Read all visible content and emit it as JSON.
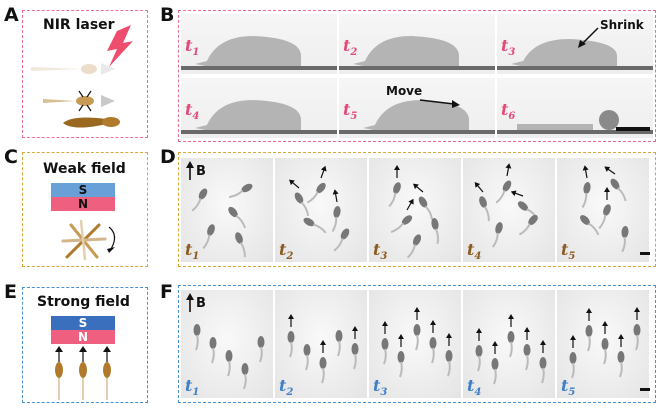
{
  "panels": {
    "A": {
      "label": "A",
      "title": "NIR laser"
    },
    "B": {
      "label": "B",
      "annotations": {
        "shrink": "Shrink",
        "move": "Move"
      },
      "frames": [
        {
          "t": "t",
          "sub": "1"
        },
        {
          "t": "t",
          "sub": "2"
        },
        {
          "t": "t",
          "sub": "3"
        },
        {
          "t": "t",
          "sub": "4"
        },
        {
          "t": "t",
          "sub": "5"
        },
        {
          "t": "t",
          "sub": "6"
        }
      ]
    },
    "C": {
      "label": "C",
      "title": "Weak field",
      "magnet": {
        "top": "S",
        "bottom": "N"
      }
    },
    "D": {
      "label": "D",
      "field": "B",
      "frames": [
        {
          "t": "t",
          "sub": "1"
        },
        {
          "t": "t",
          "sub": "2"
        },
        {
          "t": "t",
          "sub": "3"
        },
        {
          "t": "t",
          "sub": "4"
        },
        {
          "t": "t",
          "sub": "5"
        }
      ]
    },
    "E": {
      "label": "E",
      "title": "Strong field",
      "magnet": {
        "top": "S",
        "bottom": "N"
      }
    },
    "F": {
      "label": "F",
      "field": "B",
      "frames": [
        {
          "t": "t",
          "sub": "1"
        },
        {
          "t": "t",
          "sub": "2"
        },
        {
          "t": "t",
          "sub": "3"
        },
        {
          "t": "t",
          "sub": "4"
        },
        {
          "t": "t",
          "sub": "5"
        }
      ]
    }
  },
  "colors": {
    "pink": "#e8708e",
    "gold": "#d9a838",
    "blue": "#4a8fd0",
    "magnet_south": "#6aa0d8",
    "magnet_north": "#ef5f7f",
    "laser": "#ef4d6e"
  }
}
